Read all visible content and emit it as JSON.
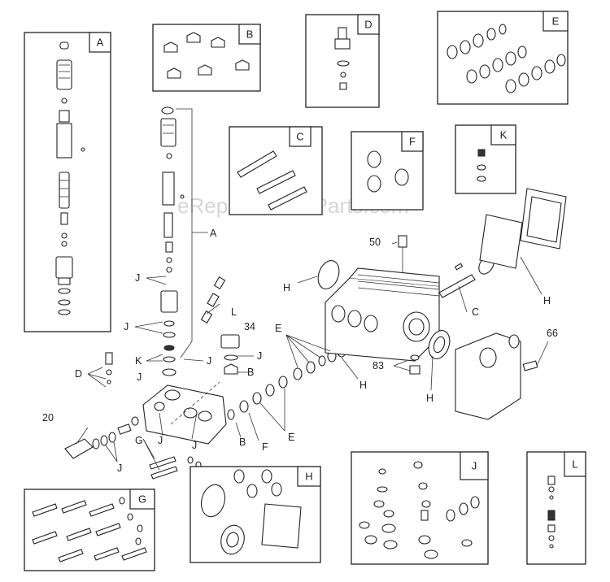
{
  "watermark": "eReplacementParts.com",
  "kits": [
    {
      "id": "A",
      "label": "A"
    },
    {
      "id": "B",
      "label": "B"
    },
    {
      "id": "C",
      "label": "C"
    },
    {
      "id": "D",
      "label": "D"
    },
    {
      "id": "E",
      "label": "E"
    },
    {
      "id": "F",
      "label": "F"
    },
    {
      "id": "K",
      "label": "K"
    },
    {
      "id": "G",
      "label": "G"
    },
    {
      "id": "H",
      "label": "H"
    },
    {
      "id": "J",
      "label": "J"
    },
    {
      "id": "L",
      "label": "L"
    }
  ],
  "callouts": {
    "n50": "50",
    "n34": "34",
    "n66": "66",
    "n83": "83",
    "n20": "20",
    "A": "A",
    "J": "J",
    "L": "L",
    "K": "K",
    "D": "D",
    "B": "B",
    "E": "E",
    "F": "F",
    "G": "G",
    "H": "H",
    "C": "C"
  }
}
